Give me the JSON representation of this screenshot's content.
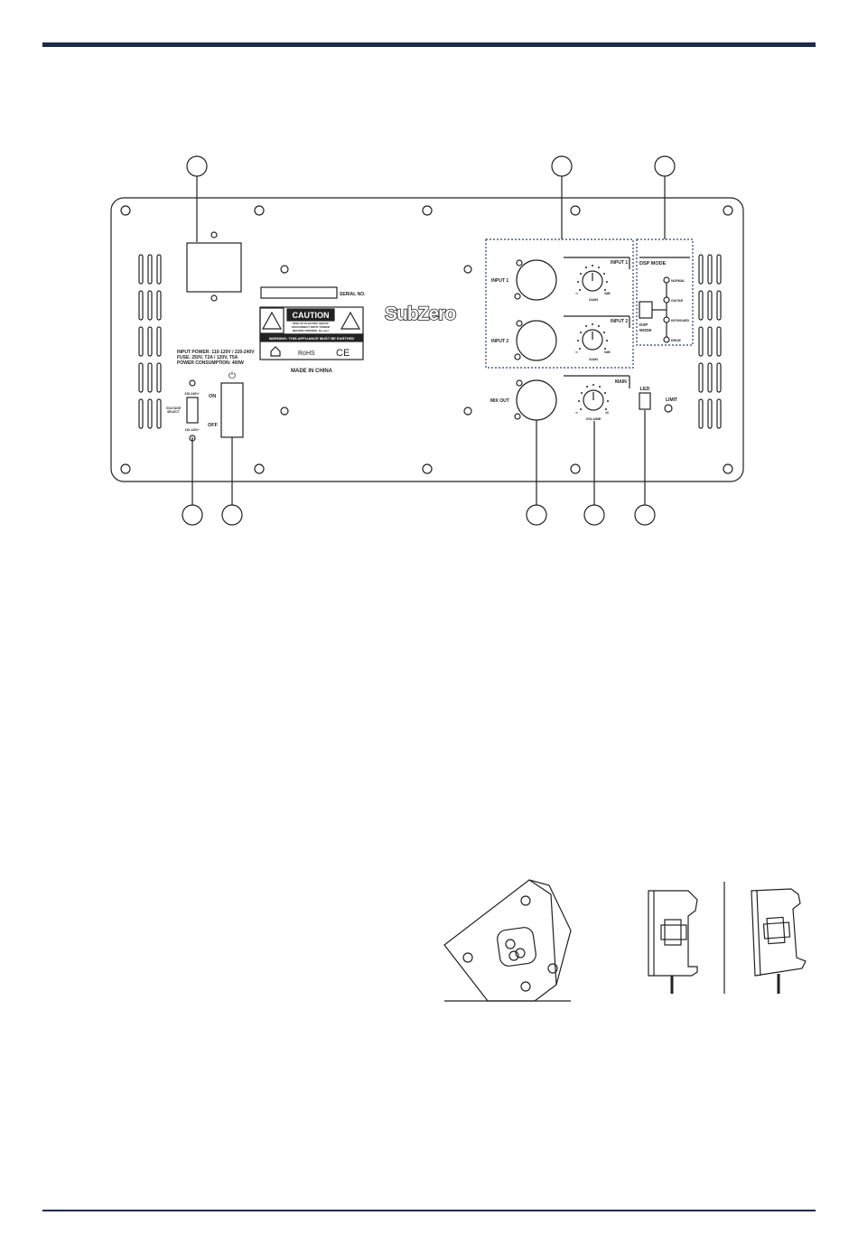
{
  "panel": {
    "serial_label": "SERIAL NO.",
    "caution": {
      "title": "CAUTION",
      "line1": "RISK OF ELECTRIC SHOCK",
      "line2": "DISCONNECT INPUT POWER",
      "line3": "BEFORE OPENING. No user",
      "warning": "WARNING: THIS APPLIANCE MUST BE EARTHED",
      "rohs": "RoHS",
      "ce": "CE"
    },
    "made_in": "MADE IN CHINA",
    "power_info": {
      "line1": "INPUT POWER: 110-120V / 220-240V",
      "line2": "FUSE: 250V, T2A / 120V, T5A",
      "line3": "POWER CONSUMPTION: 400W"
    },
    "voltage": {
      "top": "220-240V~",
      "label_line1": "VOLTAGE",
      "label_line2": "SELECT",
      "bottom": "110-120V~"
    },
    "power_switch": {
      "on": "ON",
      "off": "OFF",
      "symbol": "⏻"
    },
    "brand": "SubZero",
    "input1": {
      "label": "INPUT 1",
      "header": "INPUT 1",
      "knob": "GAIN",
      "min": "∞",
      "max": "0dB"
    },
    "input2": {
      "label": "INPUT 2",
      "header": "INPUT 2",
      "knob": "GAIN",
      "min": "∞",
      "max": "0dB"
    },
    "dsp": {
      "header": "DSP MODE",
      "button_line1": "DSP",
      "button_line2": "MODE",
      "modes": [
        "NORMAL",
        "GUITAR",
        "KEYBOARD",
        "DRUM"
      ]
    },
    "mix_out": "MIX OUT",
    "main": {
      "header": "MAIN",
      "knob": "VOLUME",
      "min": "∞",
      "max": "10"
    },
    "led": "LED",
    "limit": "LIMIT"
  }
}
